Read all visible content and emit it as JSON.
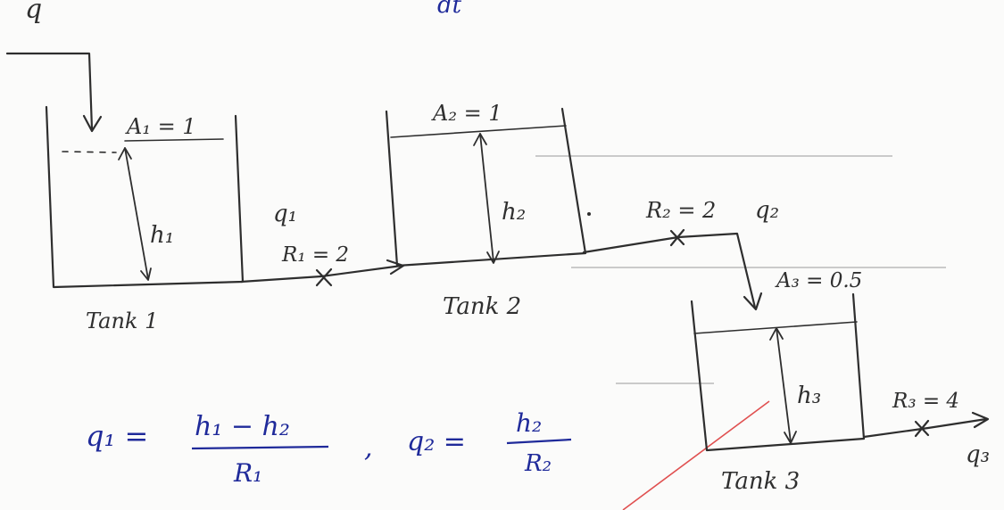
{
  "labels": {
    "q_in": "q",
    "top_fragment": "dt",
    "tank1_area": "A₁ = 1",
    "tank1_level": "h₁",
    "tank1_name": "Tank 1",
    "tank2_area": "A₂ = 1",
    "tank2_level": "h₂",
    "tank2_name": "Tank 2",
    "tank3_area": "A₃ = 0.5",
    "tank3_level": "h₃",
    "tank3_name": "Tank 3",
    "q1": "q₁",
    "r1": "R₁ = 2",
    "r2": "R₂ = 2",
    "q2": "q₂",
    "r3": "R₃ = 4",
    "q3": "q₃"
  },
  "equations": {
    "q1_lhs": "q₁ =",
    "q1_num": "h₁ − h₂",
    "q1_den": "R₁",
    "separator": ",",
    "q2_lhs": "q₂ =",
    "q2_num": "h₂",
    "q2_den": "R₂"
  },
  "colors": {
    "pencil": "#2e2e2e",
    "blue_ink": "#1f2a9a",
    "red_mark": "#e05050"
  }
}
